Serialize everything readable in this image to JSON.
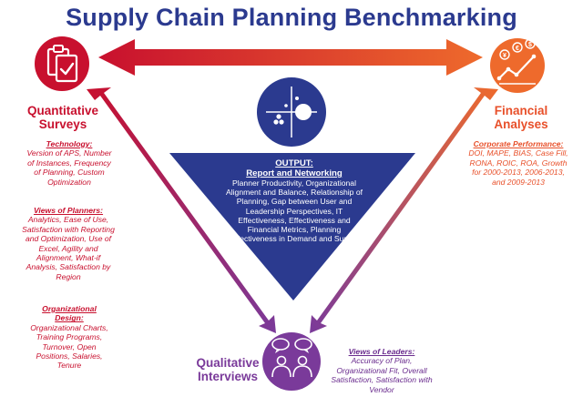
{
  "title": "Supply Chain Planning Benchmarking",
  "colors": {
    "title": "#2b3a8f",
    "red": "#c8102e",
    "orange": "#ee6a2c",
    "purple": "#7a3a9a",
    "center": "#2b3a8f"
  },
  "nodes": {
    "quantitative": {
      "label_line1": "Quantitative",
      "label_line2": "Surveys",
      "icon": "clipboard-check-icon"
    },
    "financial": {
      "label_line1": "Financial",
      "label_line2": "Analyses",
      "icon": "financial-chart-icon"
    },
    "qualitative": {
      "label_line1": "Qualitative",
      "label_line2": "Interviews",
      "icon": "people-speech-icon"
    },
    "center": {
      "icon": "network-nodes-icon"
    }
  },
  "quantitative_details": [
    {
      "heading": "Technology:",
      "text": "Version of APS, Number of Instances, Frequency of Planning, Custom Optimization"
    },
    {
      "heading": "Views of Planners:",
      "text": "Analytics, Ease of Use, Satisfaction with Reporting and Optimization, Use of Excel, Agility and Alignment, What-if Analysis, Satisfaction by Region"
    },
    {
      "heading": "Organizational Design:",
      "text": "Organizational Charts, Training Programs, Turnover, Open Positions, Salaries, Tenure"
    }
  ],
  "financial_details": {
    "heading": "Corporate Performance:",
    "text": "DOI, MAPE, BIAS, Case Fill, RONA, ROIC, ROA, Growth for 2000-2013, 2006-2013, and 2009-2013"
  },
  "qualitative_details": {
    "heading": "Views of Leaders:",
    "text": "Accuracy of Plan, Organizational Fit, Overall Satisfaction, Satisfaction with Vendor"
  },
  "output": {
    "heading1": "OUTPUT:",
    "heading2": "Report and Networking",
    "text": "Planner Productivity, Organizational Alignment and Balance, Relationship of Planning, Gap between User and Leadership Perspectives, IT Effectiveness, Effectiveness and Financial Metrics, Planning Effectiveness in Demand and Supply"
  }
}
